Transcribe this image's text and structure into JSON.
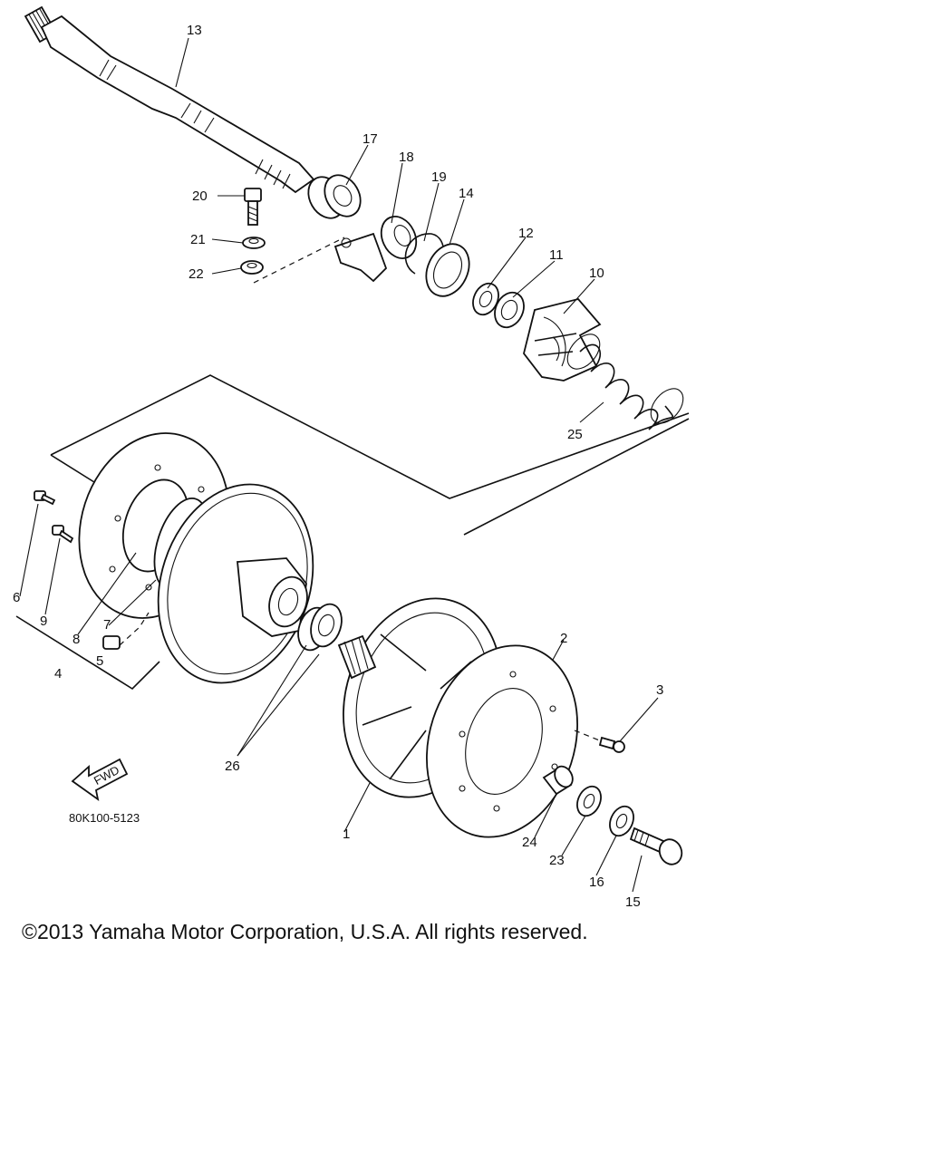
{
  "diagram_code": "80K100-5123",
  "fwd_label": "FWD",
  "copyright": "©2013 Yamaha Motor Corporation, U.S.A. All rights reserved.",
  "callouts": [
    "1",
    "2",
    "3",
    "4",
    "5",
    "6",
    "7",
    "8",
    "9",
    "10",
    "11",
    "12",
    "13",
    "14",
    "15",
    "16",
    "17",
    "18",
    "19",
    "20",
    "21",
    "22",
    "23",
    "24",
    "25",
    "26"
  ]
}
